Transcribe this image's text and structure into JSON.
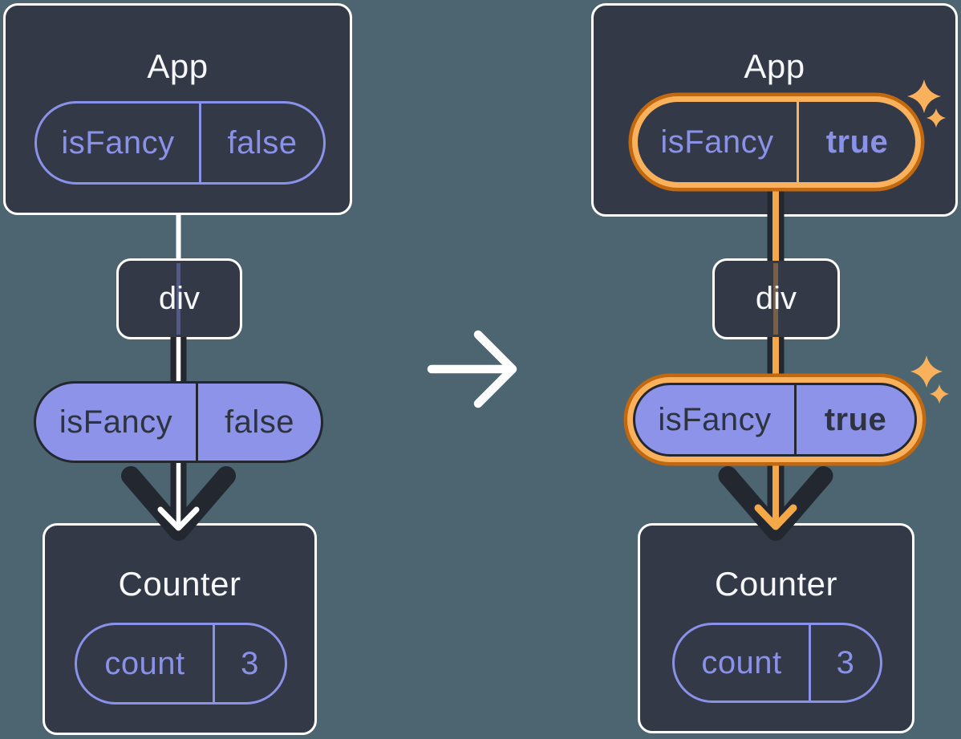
{
  "colors": {
    "background": "#4C6570",
    "box_fill": "#333947",
    "purple": "#8A91E8",
    "pill_fill": "#8C93E8",
    "dark": "#23272F",
    "dark_text": "#2E3340",
    "orange": "#F5A847",
    "orange_light": "#F9B15C",
    "orange_dark": "#C2690F",
    "white": "#FFFFFF"
  },
  "before": {
    "app": {
      "title": "App",
      "prop": {
        "key": "isFancy",
        "value": "false"
      }
    },
    "div_node": {
      "label": "div"
    },
    "passed_prop": {
      "key": "isFancy",
      "value": "false"
    },
    "counter": {
      "title": "Counter",
      "state": {
        "key": "count",
        "value": "3"
      }
    }
  },
  "after": {
    "app": {
      "title": "App",
      "prop": {
        "key": "isFancy",
        "value": "true"
      }
    },
    "div_node": {
      "label": "div"
    },
    "passed_prop": {
      "key": "isFancy",
      "value": "true"
    },
    "counter": {
      "title": "Counter",
      "state": {
        "key": "count",
        "value": "3"
      }
    }
  }
}
